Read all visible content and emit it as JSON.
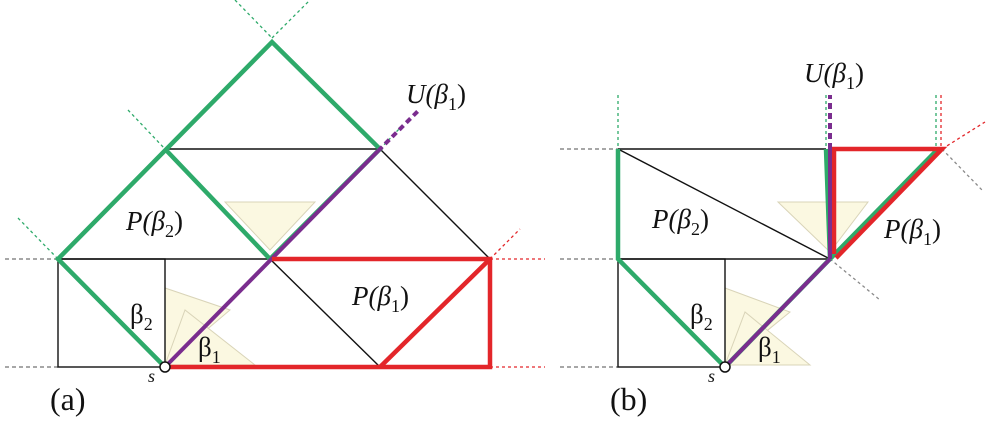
{
  "panel_a": {
    "label": "(a)",
    "u_label": "U(β",
    "u_sub": "1",
    "p1_label": "P(β",
    "p1_sub": "1",
    "p2_label": "P(β",
    "p2_sub": "2",
    "beta1": "β",
    "beta1_sub": "1",
    "beta2": "β",
    "beta2_sub": "2",
    "s": "s"
  },
  "panel_b": {
    "label": "(b)",
    "u_label": "U(β",
    "u_sub": "1",
    "p1_label": "P(β",
    "p1_sub": "1",
    "p2_label": "P(β",
    "p2_sub": "2",
    "beta1": "β",
    "beta1_sub": "1",
    "beta2": "β",
    "beta2_sub": "2",
    "s": "s"
  },
  "colors": {
    "green": "#2eaa6a",
    "red": "#e3262a",
    "purple": "#7a2d8e",
    "black": "#111111",
    "gray": "#8a8a8a",
    "cone_fill": "#fbf8e1",
    "cone_stroke": "#d9d4b8"
  }
}
